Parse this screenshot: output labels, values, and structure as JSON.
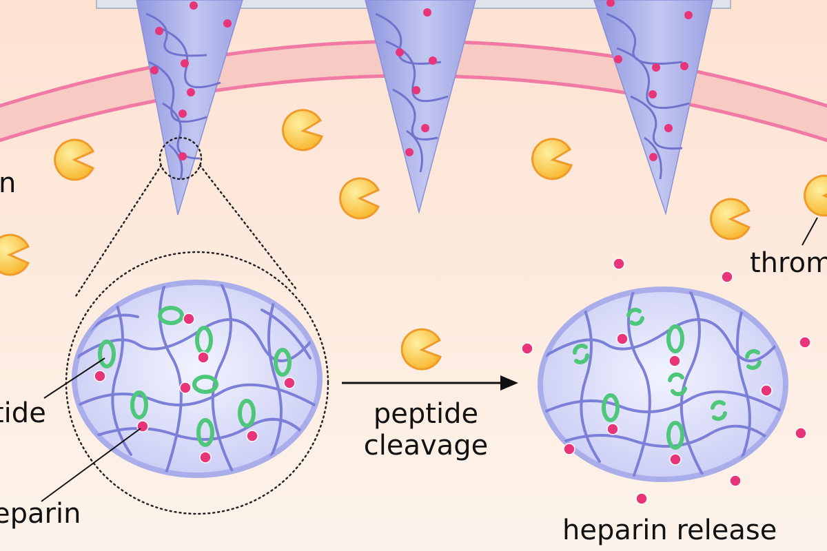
{
  "labels": {
    "left_top": "n",
    "peptide": "tide",
    "heparin": "eparin",
    "thrombin": "throm",
    "arrow_line1": "peptide",
    "arrow_line2": "cleavage",
    "release": "heparin release"
  },
  "colors": {
    "background": "#fdf1e6",
    "skin_band": "#f7c9c4",
    "skin_edge": "#f07aa3",
    "needle": "#b3b9ea",
    "polymer": "#7c7fd8",
    "heparin_dot": "#e8357a",
    "peptide": "#4fc77a",
    "thrombin": "#f7c23a",
    "thrombin_edge": "#f09a2a",
    "text": "#111111"
  }
}
